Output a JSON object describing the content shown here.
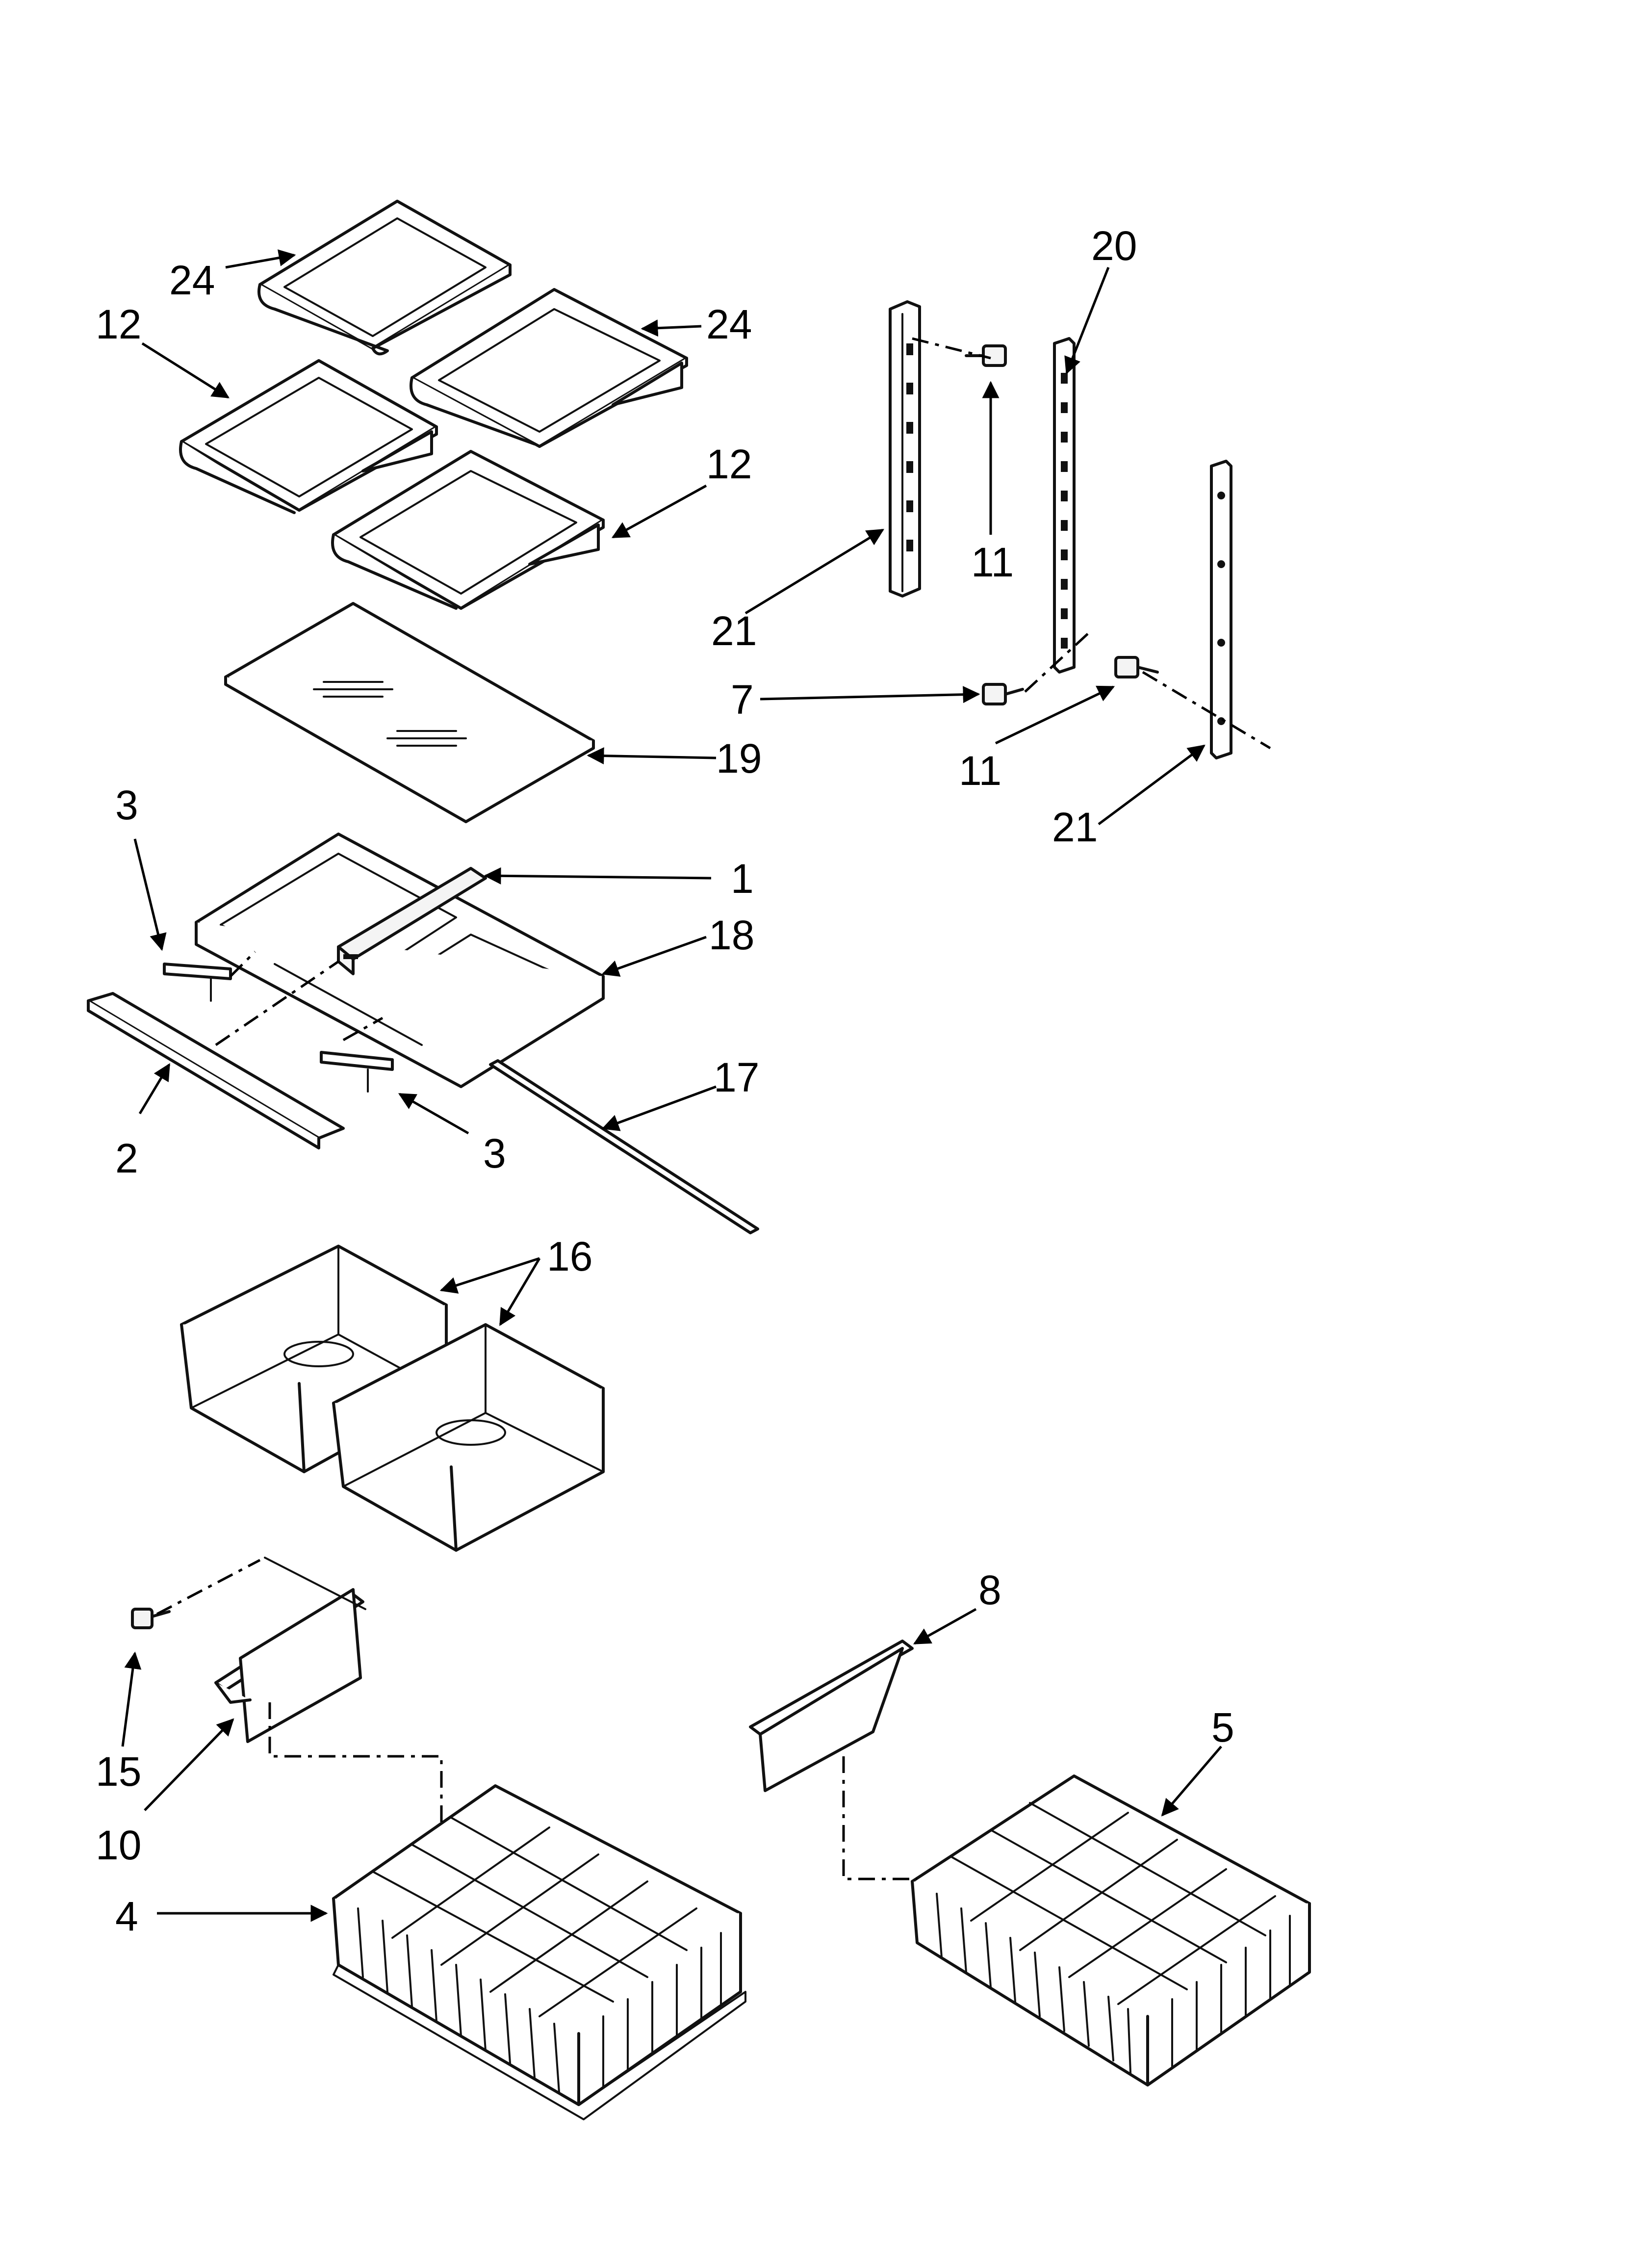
{
  "callouts": [
    {
      "id": "c24a",
      "label": "24"
    },
    {
      "id": "c24b",
      "label": "24"
    },
    {
      "id": "c12a",
      "label": "12"
    },
    {
      "id": "c12b",
      "label": "12"
    },
    {
      "id": "c19",
      "label": "19"
    },
    {
      "id": "c3a",
      "label": "3"
    },
    {
      "id": "c3b",
      "label": "3"
    },
    {
      "id": "c1",
      "label": "1"
    },
    {
      "id": "c18",
      "label": "18"
    },
    {
      "id": "c2",
      "label": "2"
    },
    {
      "id": "c17",
      "label": "17"
    },
    {
      "id": "c16",
      "label": "16"
    },
    {
      "id": "c20",
      "label": "20"
    },
    {
      "id": "c11a",
      "label": "11"
    },
    {
      "id": "c21a",
      "label": "21"
    },
    {
      "id": "c7",
      "label": "7"
    },
    {
      "id": "c11b",
      "label": "11"
    },
    {
      "id": "c21b",
      "label": "21"
    },
    {
      "id": "c8",
      "label": "8"
    },
    {
      "id": "c5",
      "label": "5"
    },
    {
      "id": "c15",
      "label": "15"
    },
    {
      "id": "c10",
      "label": "10"
    },
    {
      "id": "c4",
      "label": "4"
    }
  ]
}
